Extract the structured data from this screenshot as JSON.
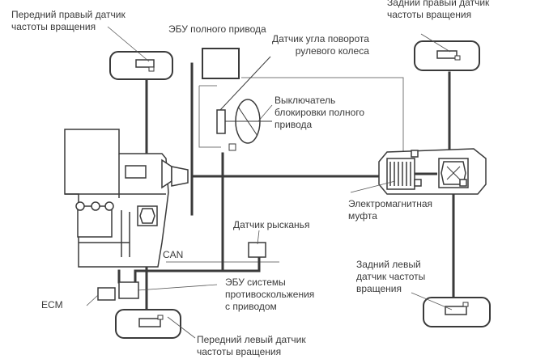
{
  "labels": {
    "front_right_sensor": "Передний правый датчик\nчастоты вращения",
    "awd_ecu": "ЭБУ полного привода",
    "steering_angle_sensor": "Датчик угла поворота\nрулевого колеса",
    "rear_right_sensor": "Задний правый датчик\nчастоты вращения",
    "awd_lock_switch": "Выключатель\nблокировки полного\nпривода",
    "electromagnetic_clutch": "Электромагнитная\nмуфта",
    "yaw_sensor": "Датчик рысканья",
    "can": "CAN",
    "abs_ecu": "ЭБУ системы\nпротивоскольжения\nс приводом",
    "ecm": "ECM",
    "rear_left_sensor": "Задний левый\nдатчик частоты\nвращения",
    "front_left_sensor": "Передний левый датчик\nчастоты вращения"
  },
  "colors": {
    "line": "#3a3a3a",
    "thin_line": "#777777",
    "text": "#3a3a3a"
  }
}
